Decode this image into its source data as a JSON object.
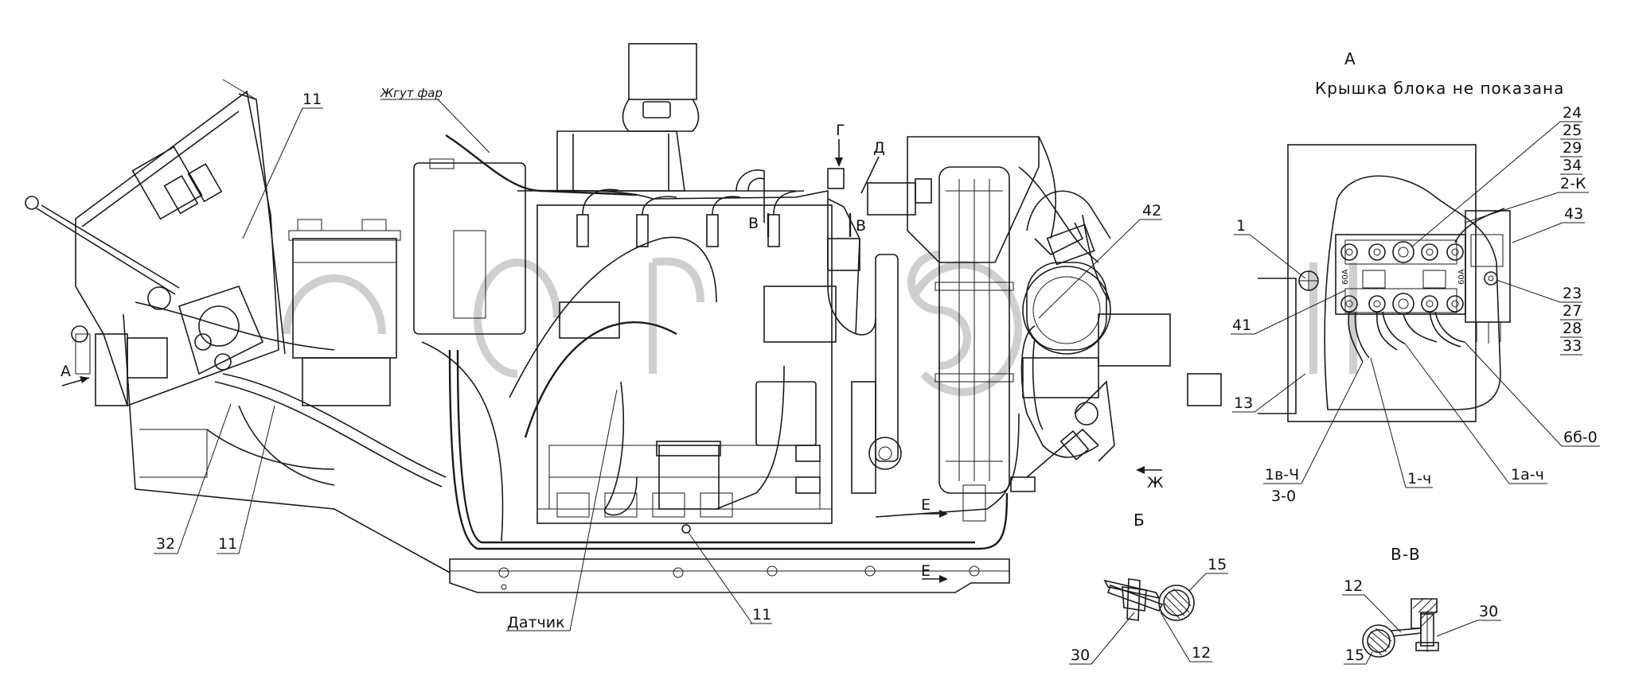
{
  "view_title": "А",
  "note": "Крышка блока не показана",
  "harness_label": "Жгут фар",
  "sensor_label": "Датчик",
  "view_marks": {
    "A_arrow": "А",
    "G": "Г",
    "D": "Д",
    "V1": "В",
    "V2": "В",
    "B_view": "Б",
    "E1": "Е",
    "E2": "Е",
    "Zh": "Ж",
    "VV": "В-В"
  },
  "main_callouts": {
    "c11_top": "11",
    "c11_bottom_left": "11",
    "c32": "32",
    "c11_bottom_mid": "11",
    "c42": "42"
  },
  "block_callouts": {
    "c24": "24",
    "c25": "25",
    "c29": "29",
    "c34": "34",
    "c2k": "2-К",
    "c43": "43",
    "c1": "1",
    "c41": "41",
    "c23": "23",
    "c27": "27",
    "c28": "28",
    "c33": "33",
    "c13": "13",
    "c6b0": "6б-0",
    "c1v4": "1в-Ч",
    "c30_": "3-0",
    "c1ch": "1-ч",
    "c1ach": "1а-ч",
    "fuse_left": "60А",
    "fuse_right": "60А"
  },
  "detail_b_callouts": {
    "c15": "15",
    "c30": "30",
    "c12": "12"
  },
  "detail_vv_callouts": {
    "c12": "12",
    "c15": "15",
    "c30": "30"
  }
}
